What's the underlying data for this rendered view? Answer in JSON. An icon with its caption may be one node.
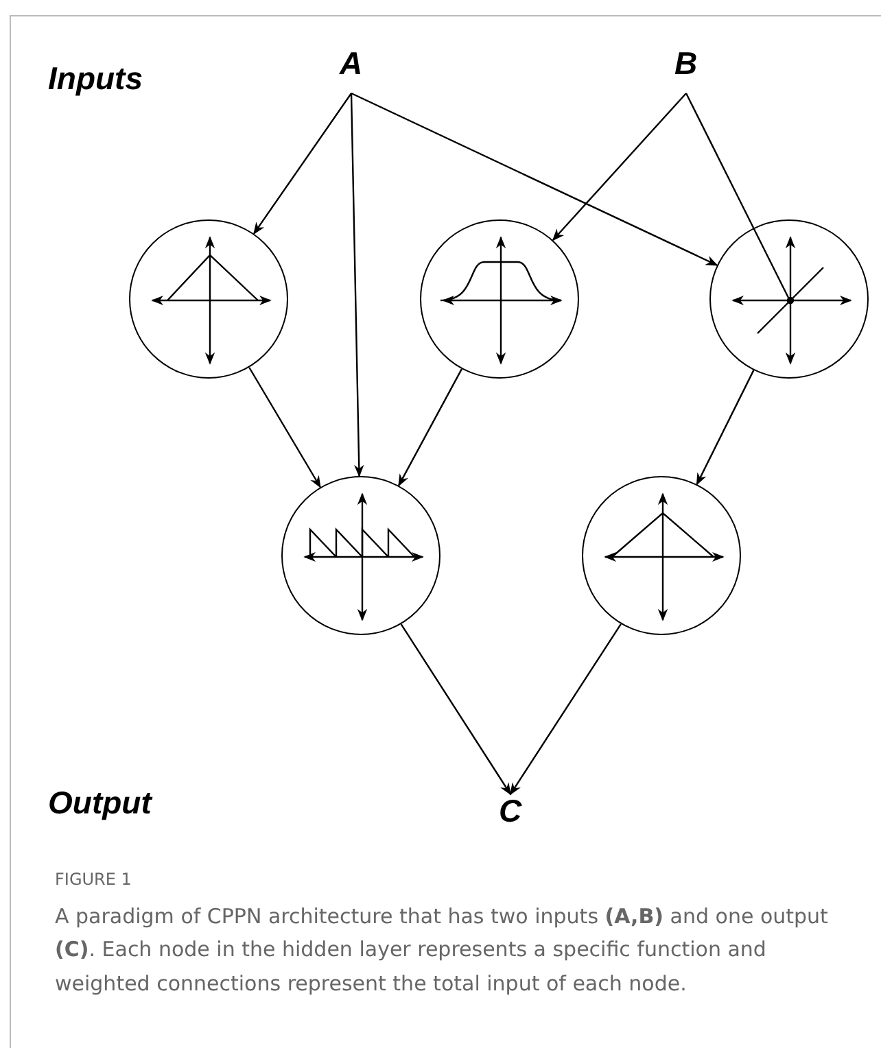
{
  "diagram": {
    "caption": "A paradigm of CPPN architecture that has two inputs **(A,B)** and one output **(C)**. Each node in the hidden layer represents a specific function and weighted connections represent the total input of each node.",
    "nodes": [
      {
        "text": [
          "A"
        ]
      },
      {
        "text": [
          "B"
        ]
      },
      {
        "text": [],
        "shape": "circle"
      },
      {
        "text": [],
        "shape": "circle"
      },
      {
        "text": [],
        "shape": "circle"
      },
      {
        "text": [],
        "shape": "circle"
      },
      {
        "text": [],
        "shape": "circle"
      },
      {
        "text": [
          "C"
        ]
      }
    ],
    "edges": [
      {
        "from": 0,
        "to": 2,
        "arrow": "to"
      },
      {
        "from": 0,
        "to": 5,
        "arrow": "to"
      },
      {
        "from": 0,
        "to": 4,
        "arrow": "to"
      },
      {
        "from": 1,
        "to": 3,
        "arrow": "to"
      },
      {
        "from": 1,
        "to": 4,
        "arrow": "none"
      },
      {
        "from": 2,
        "to": 5,
        "arrow": "to"
      },
      {
        "from": 3,
        "to": 5,
        "arrow": "to"
      },
      {
        "from": 4,
        "to": 6,
        "arrow": "to"
      },
      {
        "from": 5,
        "to": 7,
        "arrow": "to"
      },
      {
        "from": 6,
        "to": 7,
        "arrow": "to"
      }
    ],
    "labels": [
      "Inputs",
      "Output",
      "FIGURE 1"
    ]
  }
}
